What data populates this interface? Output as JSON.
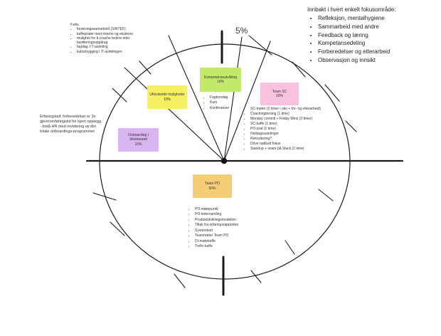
{
  "canvas": {
    "background": "#ffffff",
    "line_color": "#1a1a1a"
  },
  "wheel": {
    "percent_label": "5%"
  },
  "stickies": [
    {
      "title": "Kompetanseutvikling",
      "percent": "10%",
      "color": "#c3e96a"
    },
    {
      "title": "Uforutsette muligheter",
      "percent": "10%",
      "color": "#f5ef62"
    },
    {
      "title": "Onboarding i direktoratet",
      "percent": "10%",
      "color": "#d9b6f2"
    },
    {
      "title": "Team SC",
      "percent": "20%",
      "color": "#f9c1dd"
    },
    {
      "title": "Team PO",
      "percent": "50%",
      "color": "#f6cd77"
    }
  ],
  "lists": {
    "kompetanseutvikling": [
      "Fagtorsdag",
      "Kurs",
      "Konferanser"
    ],
    "team_sc": [
      "SC-møter (2 timer i uke + for- og etterarbeid)",
      "Coachingtrening (1 time)",
      "Monday commit + Friday Wins (2 timer)",
      "SC-kaffe (1 time)",
      "PO-prat (1 time)",
      "Heldagssamlinger",
      "Rekruttering?",
      "Drive radikalt fokus",
      "Standup + svare på Slack (2 time)"
    ],
    "team_po": [
      "PO-møtepunkt",
      "PO-ledersamling",
      "Produktutviklingsmodellen",
      "Tiltak fra erfaringsrapporten",
      "Systemkart",
      "Teammøter Team PO",
      "DI-møtekaffe",
      "Trello-kaffe"
    ]
  },
  "notes": {
    "focus": {
      "heading": "Innbakt i hvert enkelt fokusområde:",
      "items": [
        "Refleksjon, mentalhygiene",
        "Sammarbeid med andre",
        "Feedback og læring",
        "Kompetansedeling",
        "Forberedelser og etterarbeid",
        "Observasjon og innsikt"
      ]
    },
    "examples": {
      "heading": "F.eks.",
      "items": [
        "forskningssamarbeid (SINTEF)",
        "kaffeprater med interne og eksterne",
        "mulighet for å coache ledere etter fasiliteringsoppdrag",
        "fagdag i IT-avdeling",
        "kulturbygging i IT-avdelingen"
      ]
    },
    "experience": {
      "line1": "Erfaringstall: forberedelser er 3x gjennomføringstid for kjent opplegg.",
      "line2": "- bistå HR med revidering av det totale onboardings-programmet"
    }
  }
}
